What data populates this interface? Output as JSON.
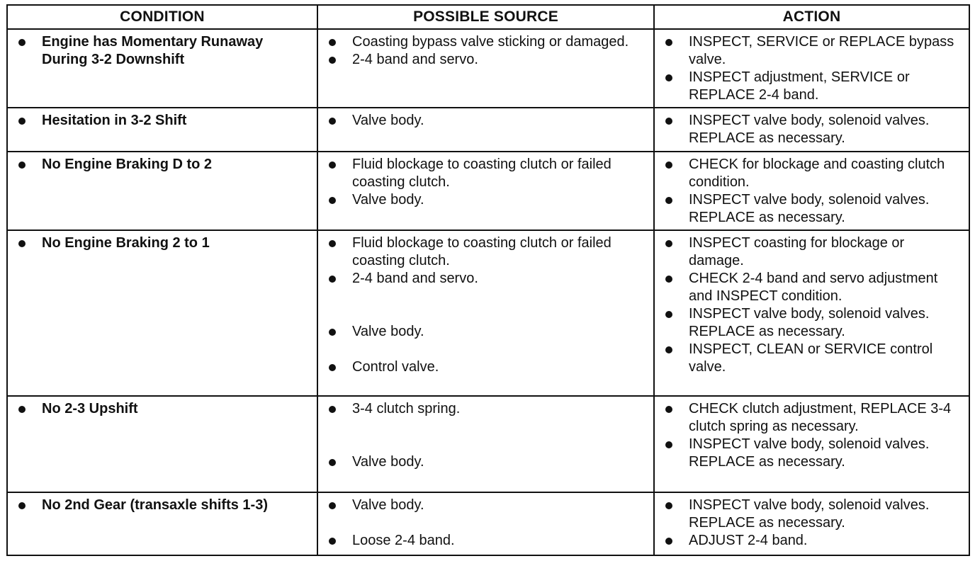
{
  "headers": [
    "CONDITION",
    "POSSIBLE SOURCE",
    "ACTION"
  ],
  "rows": [
    {
      "condition": "Engine has Momentary Runaway During 3-2 Downshift",
      "sources": [
        "Coasting bypass valve sticking or damaged.",
        "2-4 band and servo."
      ],
      "actions": [
        "INSPECT, SERVICE or REPLACE bypass valve.",
        "INSPECT adjustment, SERVICE or REPLACE 2-4 band."
      ]
    },
    {
      "condition": "Hesitation in 3-2 Shift",
      "sources": [
        "Valve body."
      ],
      "actions": [
        "INSPECT valve body, solenoid valves. REPLACE as necessary."
      ]
    },
    {
      "condition": "No Engine Braking D to 2",
      "sources": [
        "Fluid blockage to coasting clutch or failed coasting clutch.",
        "Valve body."
      ],
      "actions": [
        "CHECK for blockage and coasting clutch condition.",
        "INSPECT valve body, solenoid valves. REPLACE as necessary."
      ]
    },
    {
      "condition": "No Engine Braking 2 to 1",
      "sources": [
        "Fluid blockage to coasting clutch or failed coasting clutch.",
        "2-4 band and servo.",
        "Valve body.",
        "Control valve."
      ],
      "actions": [
        "INSPECT coasting for blockage or damage.",
        "CHECK 2-4 band and servo adjustment and INSPECT condition.",
        "INSPECT valve body, solenoid valves. REPLACE as necessary.",
        "INSPECT, CLEAN or SERVICE control valve."
      ]
    },
    {
      "condition": "No 2-3 Upshift",
      "sources": [
        "3-4 clutch spring.",
        "Valve body."
      ],
      "actions": [
        "CHECK clutch adjustment, REPLACE 3-4 clutch spring as necessary.",
        "INSPECT valve body, solenoid valves. REPLACE as necessary."
      ]
    },
    {
      "condition": "No 2nd Gear (transaxle shifts 1-3)",
      "sources": [
        "Valve body.",
        "Loose 2-4 band."
      ],
      "actions": [
        "INSPECT valve body, solenoid valves. REPLACE as necessary.",
        "ADJUST 2-4 band."
      ]
    }
  ]
}
